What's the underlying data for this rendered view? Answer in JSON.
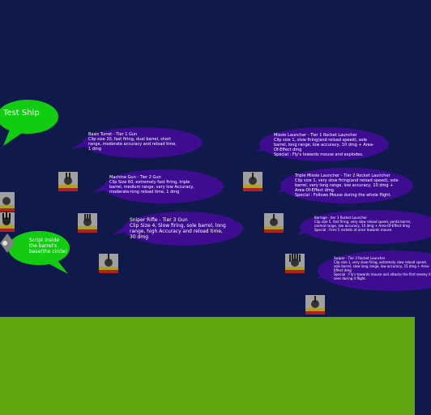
{
  "test_ship": {
    "label": "Test Ship"
  },
  "script_note": {
    "label": "Script inside\nthe barrel's\nbase(the circle)"
  },
  "guns": [
    {
      "title": "Basic Turret - Tier 1 Gun",
      "text": "Basic Turret - Tier 1 Gun\nClip size 20, fast firing, dual barrel, short\nrange, moderate accuracy and reload time,\n1 dmg"
    },
    {
      "title": "Machine Gun - Tier 2 Gun",
      "text": "Machine Gun - Tier 2 Gun\nClip Size 60, extremely fast firing, triple\nbarrel, medium range, very low Accuracy,\nmoderate-long reload time, 1 dmg"
    },
    {
      "title": "Sniper Rifle - Tier 3 Gun",
      "text": "Sniper Rifle - Tier 3 Gun\nClip Size 4, Slow firing, sole barrel, long\nrange, high Accuracy and reload time,\n30 dmg"
    }
  ],
  "launchers": [
    {
      "title": "Missle Launcher - Tier 1 Rocket Launcher",
      "text": "Missle Launcher - Tier 1 Rocket Launcher\nClip size 1, slow firing(and reload speed), sole\nbarrel, long range, low accuracy, 10 dmg + Area-\nOf-Effect dmg\nSpecial : Fly's towards mouse and explodes."
    },
    {
      "title": "Triple Missle Launcher - Tier 2 Rocket Launcher",
      "text": "Triple Missle Launcher - Tier 2 Rocket Launcher\nClip size 1, very slow firing(and reload speed), sole\nbarrel, very long range, low accuracy, 10 dmg +\nArea-Of-Effect dmg\nSpecial : Follows Mouse during the whole flight."
    },
    {
      "title": "Barrage - tier 3 Rocket Launcher",
      "text": "Barrage - tier 3 Rocket Launcher\nClip size 5, fast firing, very slow reload speed, penta barrel,\nnormal range, low accuracy, 10 dmg + Area-Of-Effect dmg\nSpecial : Fires 5 rockets at once towards mouse."
    },
    {
      "title": "Swiper - Tier 3 Rocket Launcher",
      "text": "Swiper - Tier 3 Rocket Launcher\nClip size 1, very slow firing, extremely slow reload speed,\nsole barrel, slow long range, low accuracy, 15 dmg + Area-\nEffect dmg\nSpecial : Fly's towards mouse and attacks the first enemy it\nsees during it flight."
    }
  ],
  "colors": {
    "sky": "#0f1a4a",
    "ground": "#5fa70f",
    "bubble_purple": "#3d0c91",
    "bubble_green": "#11cc11",
    "turret_base": "#9f9f9f"
  }
}
